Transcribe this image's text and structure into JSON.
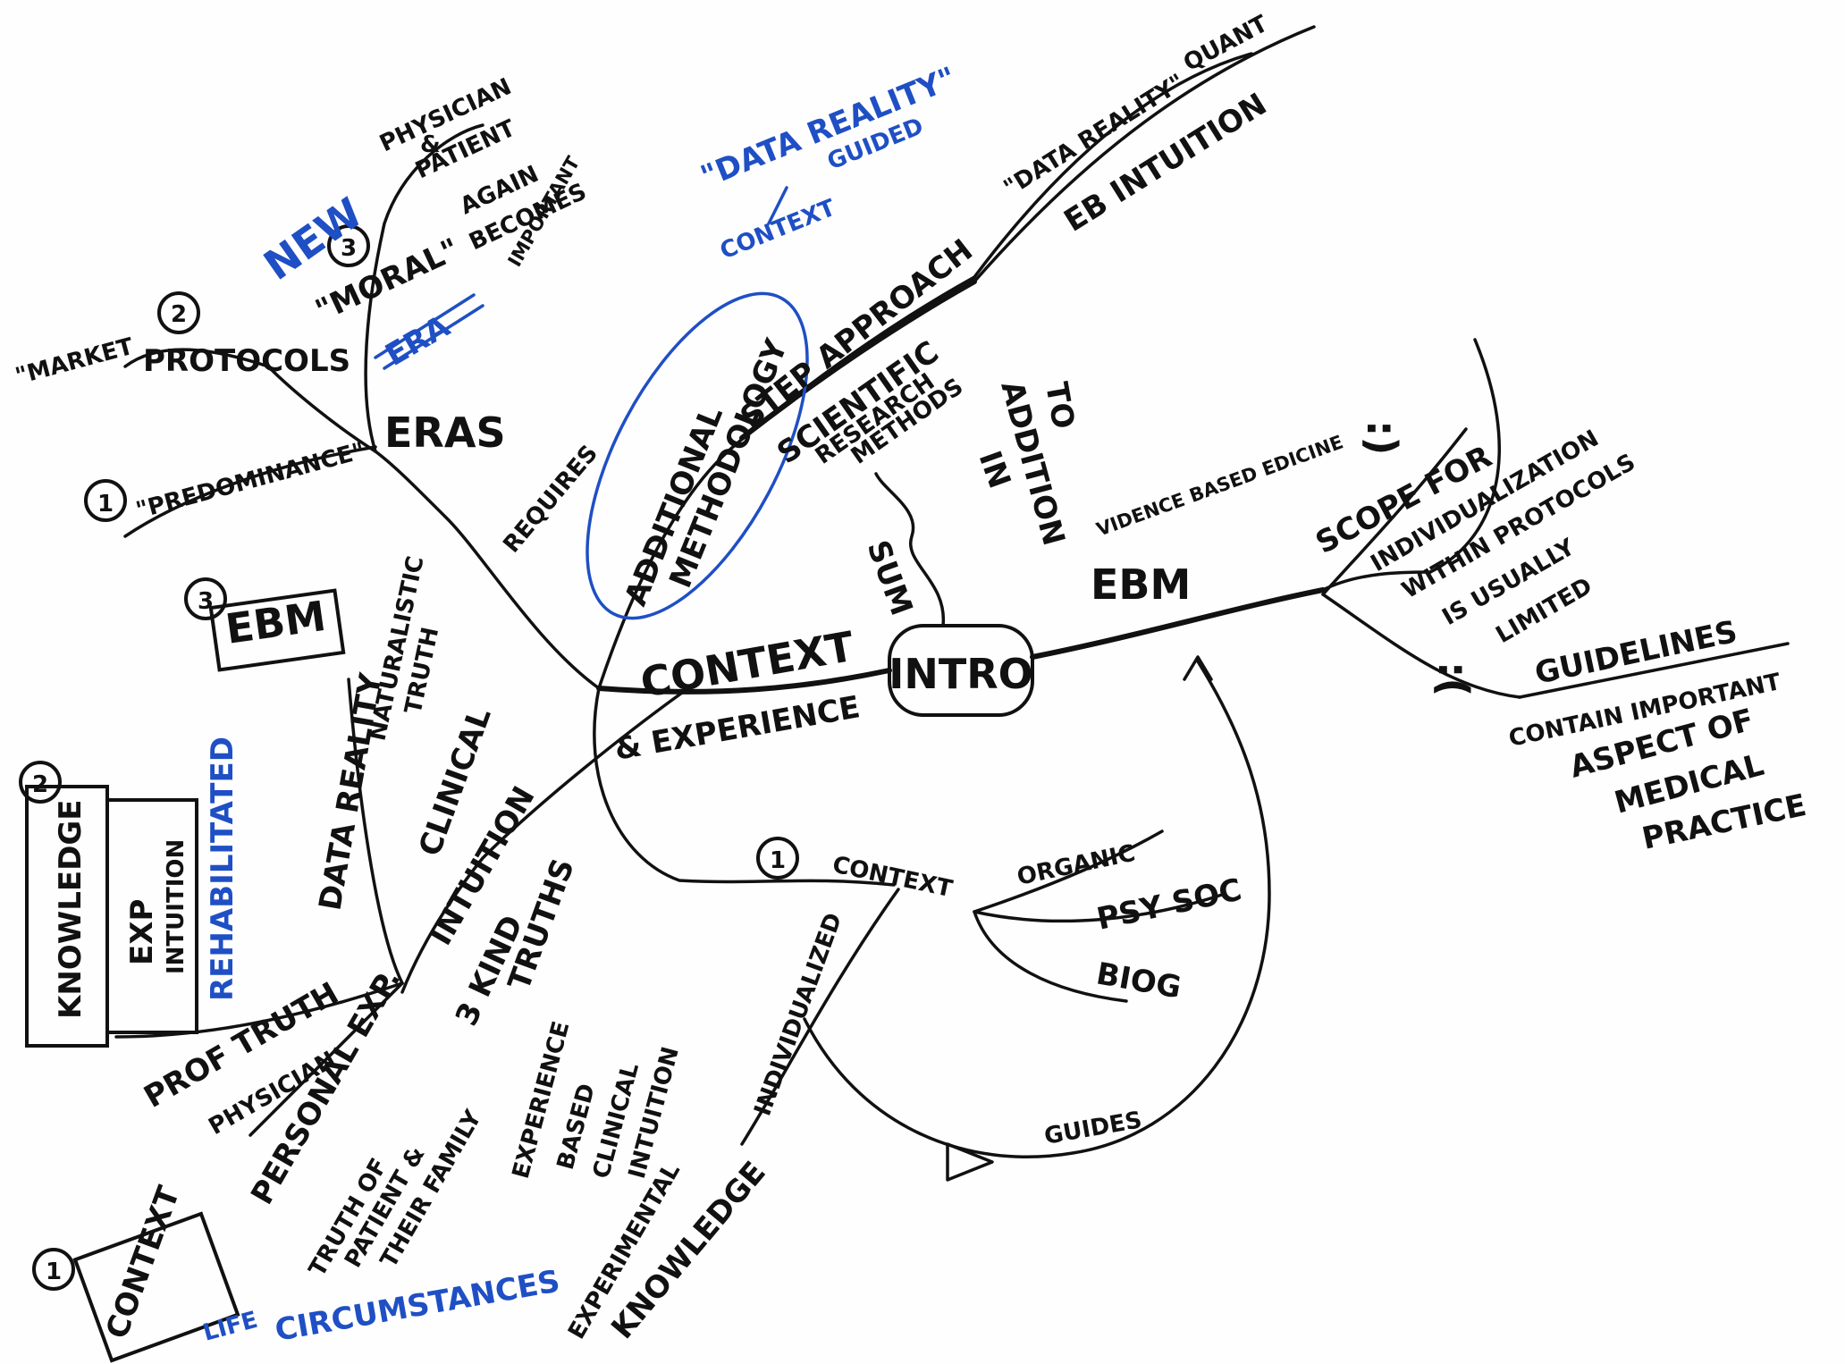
{
  "colors": {
    "ink": "#111111",
    "blue_ink": "#1f4fc4",
    "paper": "#fefefe"
  },
  "center": {
    "label": "INTRO"
  },
  "ebm_branch": {
    "label": "EBM",
    "sublabel": "VIDENCE BASED EDICINE",
    "scope": "SCOPE FOR",
    "individualization": [
      "INDIVIDUALIZATION",
      "WITHIN PROTOCOLS",
      "IS USUALLY",
      "LIMITED"
    ],
    "happy_face": ":)",
    "sad_face": ":(",
    "guidelines": "GUIDELINES",
    "contain": [
      "CONTAIN IMPORTANT",
      "ASPECT OF",
      "MEDICAL",
      "PRACTICE"
    ]
  },
  "sum_branch": {
    "label": "SUM",
    "scientific": [
      "SCIENTIFIC",
      "RESEARCH",
      "METHODS"
    ],
    "in_addition": [
      "IN",
      "ADDITION",
      "TO"
    ]
  },
  "step_branch": {
    "label": "STEP APPROACH",
    "additional": [
      "ADDITIONAL",
      "METHODOLOGY"
    ],
    "requires": "REQUIRES",
    "data_reality_1": "\"DATA REALITY\"",
    "data_reality_2": "\"DATA REALITY\"",
    "quant": "QUANT",
    "eb_intuition": "EB INTUITION",
    "data_guided": [
      "\"DATA REALITY\"",
      "GUIDED",
      "CONTEXT"
    ]
  },
  "eras_branch": {
    "label": "ERAS",
    "one": "1",
    "predominance": "\"PREDOMINANCE\"",
    "two": "2",
    "market": "\"MARKET",
    "protocols": "PROTOCOLS",
    "three": "3",
    "moral": "\"MORAL\"",
    "new": "NEW",
    "era": "ERA",
    "physician_patient": [
      "PHYSICIAN",
      "&",
      "PATIENT",
      "AGAIN",
      "BECOMES",
      "IMPORTANT"
    ]
  },
  "context_branch": {
    "label": "CONTEXT",
    "experience": "& EXPERIENCE",
    "ebm_box": "EBM",
    "ebm_num": "3",
    "knowledge_box": "KNOWLEDGE",
    "knowledge_num": "2",
    "exp_intuition": [
      "EXP",
      "INTUITION"
    ],
    "rehabilitated": "REHABILITATED",
    "data_reality": "DATA REALITY",
    "naturalistic": [
      "NATURALISTIC",
      "TRUTH"
    ],
    "clinical": [
      "CLINICAL",
      "INTUITION"
    ],
    "skind_truths": [
      "3 KIND",
      "TRUTHS"
    ],
    "prof_truth": "PROF TRUTH",
    "physician": "PHYSICIAN",
    "personal_exp": "PERSONAL EXP.",
    "context_box": "CONTEXT",
    "context_num": "1",
    "truth_of": [
      "TRUTH OF",
      "PATIENT &",
      "THEIR FAMILY"
    ],
    "life": "LIFE",
    "circumstances": "CIRCUMSTANCES",
    "experience_based": [
      "EXPERIENCE",
      "BASED",
      "CLINICAL",
      "INTUITION"
    ],
    "experimental": [
      "EXPERIMENTAL",
      "KNOWLEDGE"
    ]
  },
  "context_sub": {
    "num": "1",
    "label": "CONTEXT",
    "organic": "ORGANIC",
    "psy_soc": "PSY SOC",
    "biog": "BIOG",
    "individualized": "INDIVIDUALIZED",
    "guides": "GUIDES"
  }
}
